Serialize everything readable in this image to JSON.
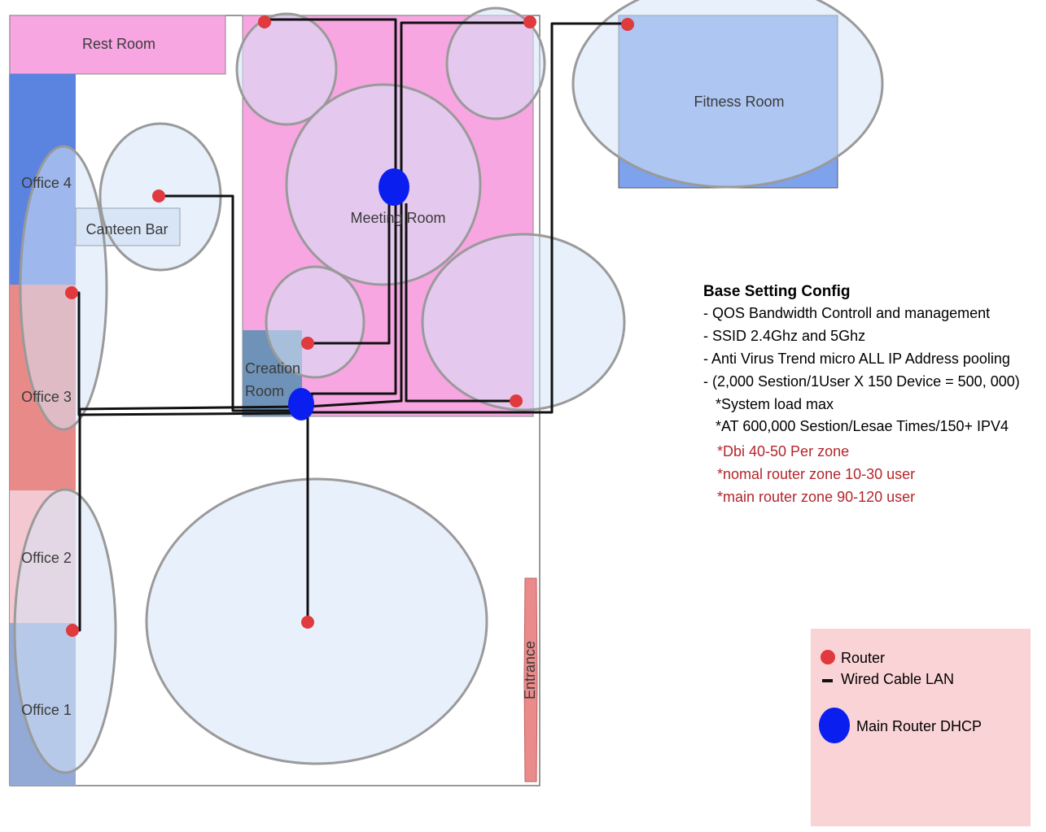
{
  "rooms": {
    "rest_room": "Rest Room",
    "office_4": "Office 4",
    "canteen_bar": "Canteen Bar",
    "office_3": "Office 3",
    "office_2": "Office 2",
    "office_1": "Office 1",
    "meeting_room": "Meeting Room",
    "creation_room_line1": "Creation",
    "creation_room_line2": "Room",
    "fitness_room": "Fitness Room",
    "entrance": "Entrance"
  },
  "config": {
    "title": "Base Setting Config",
    "lines": [
      "- QOS Bandwidth Controll and management",
      "- SSID 2.4Ghz  and 5Ghz",
      "- Anti Virus Trend micro  ALL IP Address pooling",
      "- (2,000 Sestion/1User X 150 Device = 500, 000)",
      "*System load max",
      "*AT 600,000 Sestion/Lesae Times/150+ IPV4"
    ],
    "notes": [
      "*Dbi 40-50 Per zone",
      "*nomal router zone 10-30 user",
      "*main router zone  90-120 user"
    ]
  },
  "legend": {
    "router": "Router",
    "wired_cable": "Wired Cable LAN",
    "main_router": "Main Router DHCP"
  },
  "colors": {
    "router": "#e0393e",
    "main_router": "#0a1ef0",
    "cable": "#111111",
    "coverage_zone": "#d6e4f7",
    "rest_room": "#f7a6e2",
    "meeting_room": "#f7a6e2",
    "office_4": "#5b84e0",
    "office_3": "#e88a88",
    "office_2": "#f3c8d0",
    "office_1": "#93a9d6",
    "fitness_room": "#7ea2ec",
    "creation_room": "#6f93b8",
    "entrance": "#ea8a8a",
    "legend_bg": "#fad3d6"
  }
}
